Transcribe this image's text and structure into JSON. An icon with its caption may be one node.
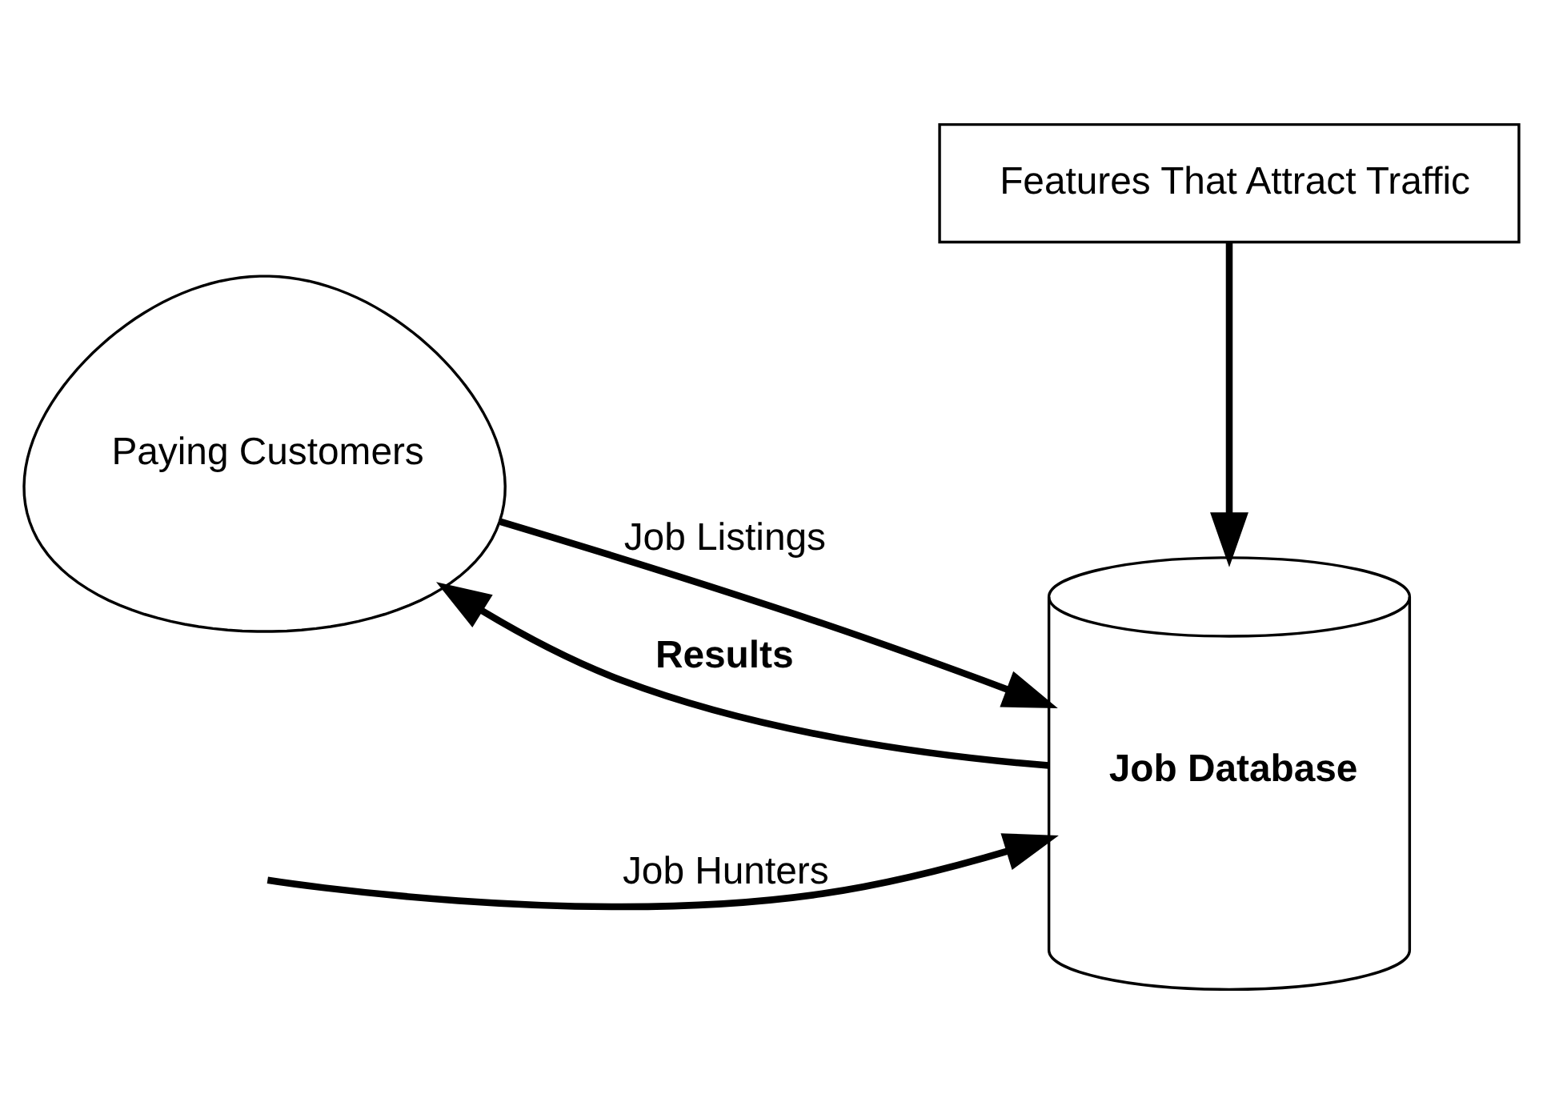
{
  "diagram": {
    "nodes": [
      {
        "text": [
          "Features That Attract Traffic"
        ]
      },
      {
        "text": [
          "Paying Customers"
        ]
      },
      {
        "text": [
          "Job Database"
        ]
      }
    ],
    "edges": [
      {
        "from": 0,
        "to": 2,
        "arrow": "to"
      },
      {
        "from": 1,
        "to": 2,
        "arrow": "to",
        "label": "Job Listings"
      },
      {
        "from": null,
        "to": 2,
        "arrow": "to",
        "label": "Job Hunters"
      },
      {
        "from": 2,
        "to": 1,
        "arrow": "to",
        "label": "Results"
      }
    ]
  }
}
